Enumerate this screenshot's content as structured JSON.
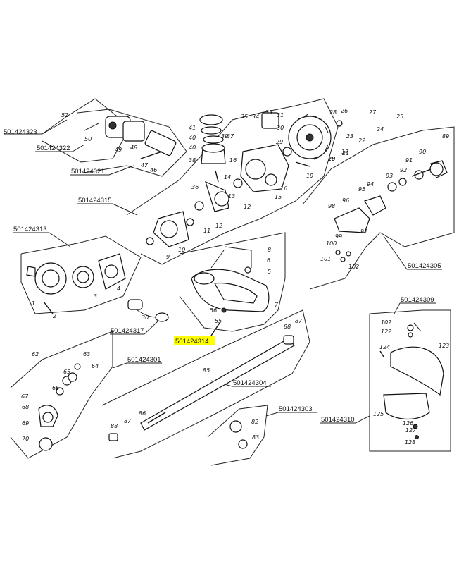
{
  "highlight_color": "#ffff00",
  "assemblies": [
    {
      "code": "501424323"
    },
    {
      "code": "501424322"
    },
    {
      "code": "501424321"
    },
    {
      "code": "501424315"
    },
    {
      "code": "501424313"
    },
    {
      "code": "501424317"
    },
    {
      "code": "501424314",
      "highlighted": true
    },
    {
      "code": "501424301"
    },
    {
      "code": "501424304"
    },
    {
      "code": "501424303"
    },
    {
      "code": "501424310"
    },
    {
      "code": "501424309"
    },
    {
      "code": "501424305"
    }
  ],
  "part_numbers": [
    "52",
    "50",
    "49",
    "48",
    "47",
    "46",
    "41",
    "40",
    "40",
    "39",
    "38",
    "37",
    "35",
    "34",
    "33",
    "31",
    "29",
    "30",
    "27",
    "28",
    "26",
    "25",
    "24",
    "23",
    "22",
    "21",
    "17",
    "18",
    "20",
    "19",
    "16",
    "16",
    "15",
    "14",
    "13",
    "12",
    "12",
    "11",
    "36",
    "10",
    "9",
    "8",
    "7",
    "6",
    "5",
    "56",
    "55",
    "30",
    "1",
    "2",
    "3",
    "4",
    "89",
    "90",
    "91",
    "92",
    "93",
    "94",
    "95",
    "96",
    "97",
    "98",
    "99",
    "100",
    "101",
    "102",
    "62",
    "63",
    "64",
    "65",
    "66",
    "67",
    "68",
    "69",
    "70",
    "85",
    "86",
    "87",
    "88",
    "88",
    "87",
    "82",
    "83",
    "102",
    "122",
    "123",
    "124",
    "125",
    "126",
    "127",
    "128"
  ]
}
